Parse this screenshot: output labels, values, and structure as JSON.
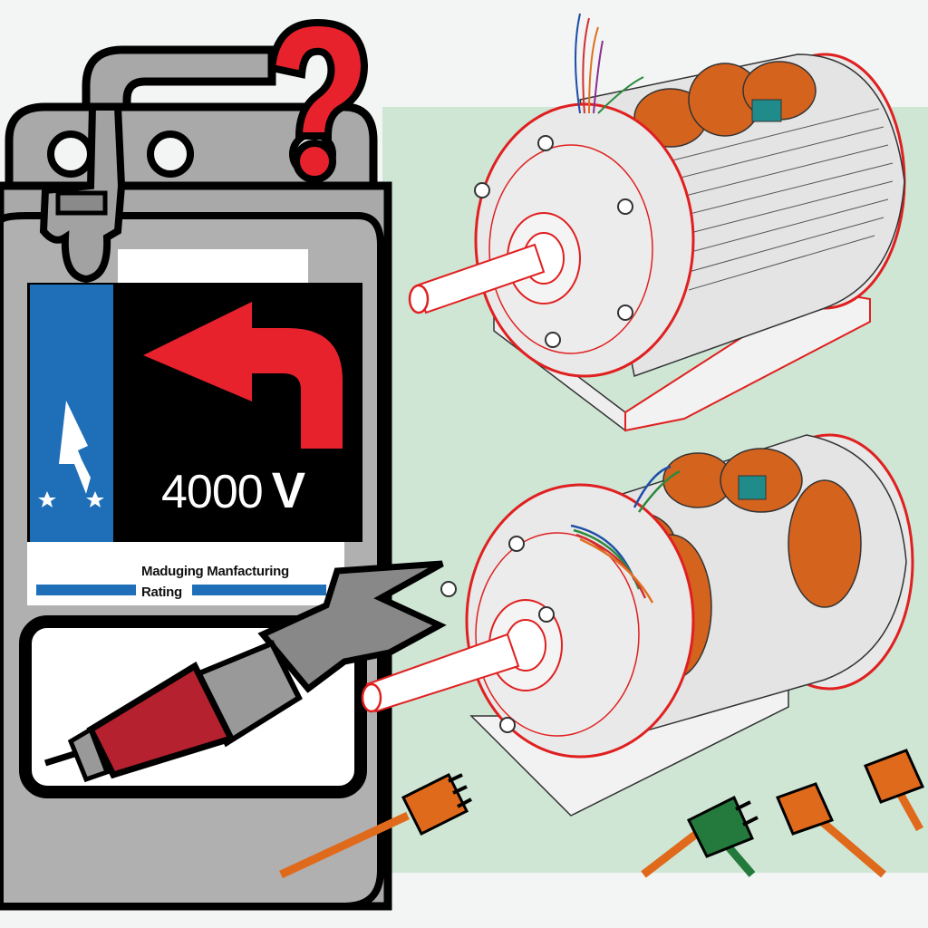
{
  "illustration": {
    "subject": "High-voltage electric motor rating inquiry",
    "warning_label": {
      "voltage_value": "4000",
      "voltage_unit": "V",
      "caption_line1": "Maduging Manfacturing",
      "caption_line2": "Rating",
      "icons": [
        "lightning-bolt-icon",
        "star-icon",
        "star-icon",
        "turn-left-arrow-icon"
      ]
    },
    "question_mark": "?",
    "motors": [
      {
        "id": "motor-top",
        "state": "assembled housing, stator coils partially visible"
      },
      {
        "id": "motor-bottom",
        "state": "exposed orange copper windings with colored leads"
      }
    ],
    "plugs": [
      {
        "color": "orange"
      },
      {
        "color": "green"
      },
      {
        "color": "orange"
      },
      {
        "color": "orange"
      }
    ]
  },
  "colors": {
    "background": "#f3f4f4",
    "panel_green": "#cfe6d5",
    "device_gray": "#a9a9a9",
    "label_blue": "#1e6fb8",
    "arrow_red": "#e8222c",
    "question_red": "#e8222c",
    "probe_red": "#b5212e",
    "copper_orange": "#d4631e",
    "cable_orange": "#e06a1c",
    "cable_green": "#247a3c",
    "outline_red": "#e02020"
  }
}
